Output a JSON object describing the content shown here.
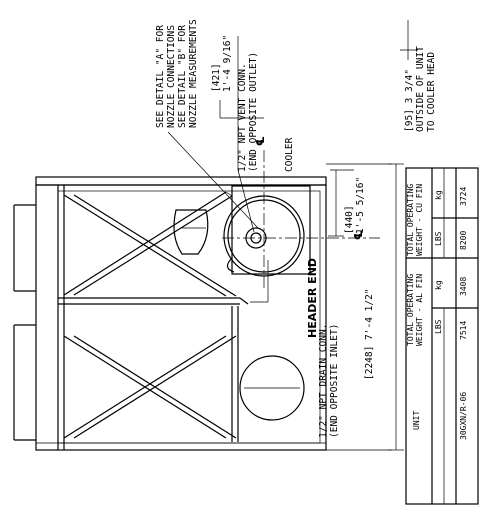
{
  "labels": {
    "vent_line1": "1/2\" NPT VENT CONN.",
    "vent_line2": "(END OPPOSITE OUTLET)",
    "detail_line1": "SEE DETAIL \"A\" FOR",
    "detail_line2": "NOZZLE CONNECTIONS",
    "detail_line3": "SEE DETAIL \"B\" FOR",
    "detail_line4": "NOZZLE MEASUREMENTS",
    "dim421_metric": "[421]",
    "dim421_imperial": "1'-4 9/16\"",
    "cooler": "COOLER",
    "centerline": "℄",
    "dim95_line1": "[95] 3 3/4\"",
    "dim95_line2": "OUTSIDE OF UNIT",
    "dim95_line3": "TO COOLER HEAD",
    "dim440_metric": "[440]",
    "dim440_imperial": "1'-5 5/16\"",
    "header_end": "HEADER END",
    "drain_line1": "1/2\" NPT DRAIN CONN.",
    "drain_line2": "(END OPPOSITE INLET)",
    "dim2248": "[2248] 7'-4 1/2\""
  },
  "table": {
    "col_unit": "UNIT",
    "col_al_line1": "TOTAL OPERATING",
    "col_al_line2": "WEIGHT - AL FIN",
    "col_cu_line1": "TOTAL OPERATING",
    "col_cu_line2": "WEIGHT - CU FIN",
    "sub_lbs_1": "LBS",
    "sub_kg_1": "kg",
    "sub_lbs_2": "LBS",
    "sub_kg_2": "kg",
    "row_unit": "30GXN/R-06",
    "row_al_lbs": "7514",
    "row_al_kg": "3408",
    "row_cu_lbs": "8200",
    "row_cu_kg": "3724"
  }
}
